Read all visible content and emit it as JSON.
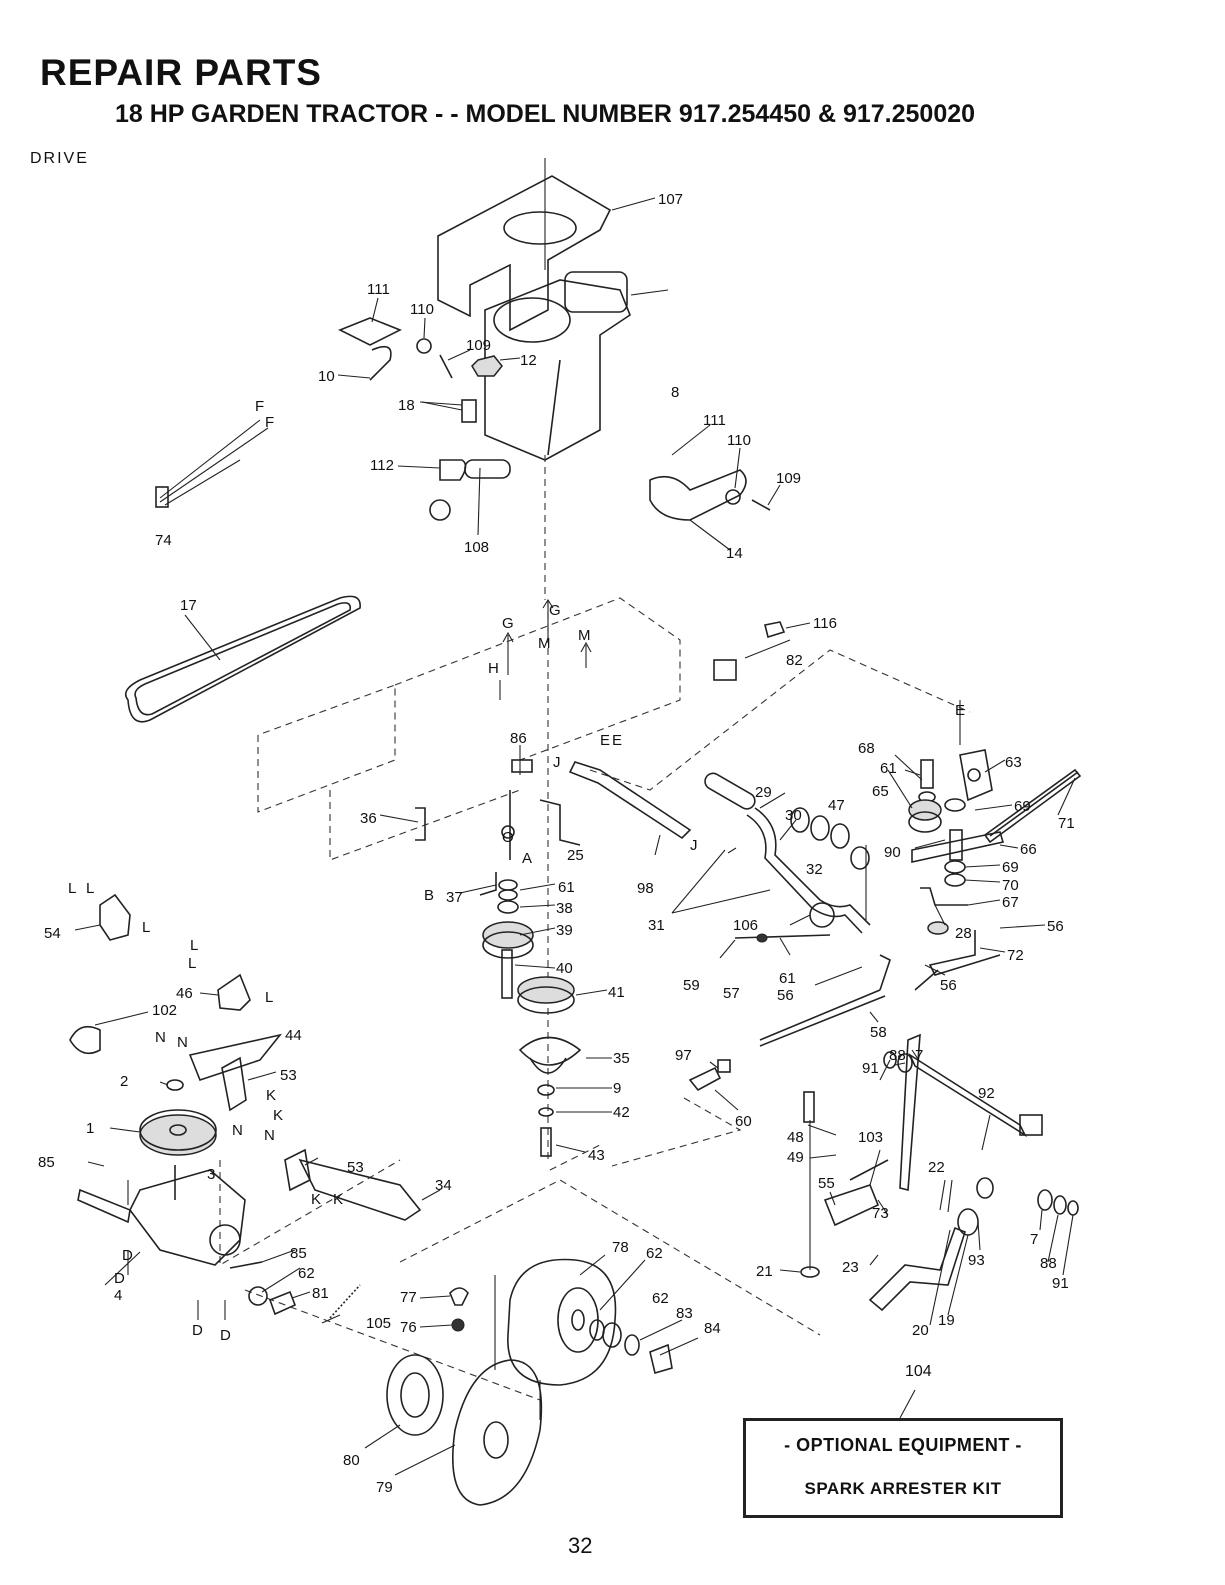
{
  "header": {
    "title": "REPAIR PARTS",
    "subtitle": "18 HP GARDEN TRACTOR - - MODEL NUMBER 917.254450 & 917.250020",
    "section": "DRIVE"
  },
  "callouts": {
    "c107": "107",
    "c111a": "111",
    "c110a": "110",
    "c109a": "109",
    "c12": "12",
    "c10": "10",
    "c18": "18",
    "c8": "8",
    "c111b": "111",
    "c110b": "110",
    "c109b": "109",
    "c112": "112",
    "c108": "108",
    "c14": "14",
    "c74": "74",
    "cF1": "F",
    "cF2": "F",
    "c17": "17",
    "cG1": "G",
    "cG2": "G",
    "cH": "H",
    "cM1": "M",
    "cM2": "M",
    "c116": "116",
    "c82": "82",
    "c86": "86",
    "cE1": "E",
    "cE2": "E",
    "cE3": "E",
    "cJ1": "J",
    "cJ2": "J",
    "c29": "29",
    "c30": "30",
    "c47": "47",
    "c32": "32",
    "c68": "68",
    "c61a": "61",
    "c63": "63",
    "c65": "65",
    "c69a": "69",
    "c71": "71",
    "c90": "90",
    "c66": "66",
    "c69b": "69",
    "c70": "70",
    "c67": "67",
    "c56a": "56",
    "c28": "28",
    "c72": "72",
    "c36": "36",
    "c25": "25",
    "cO": "O",
    "cA": "A",
    "cB": "B",
    "c37": "37",
    "c61b": "61",
    "c38": "38",
    "c39": "39",
    "c40": "40",
    "c41": "41",
    "c98": "98",
    "c31": "31",
    "c106": "106",
    "c59": "59",
    "c57": "57",
    "c61c": "61",
    "c56b": "56",
    "c56c": "56",
    "c58": "58",
    "cL1": "L",
    "cL2": "L",
    "cL3": "L",
    "cL4": "L",
    "cL5": "L",
    "cL6": "L",
    "c54": "54",
    "c46": "46",
    "c102": "102",
    "cN1": "N",
    "cN2": "N",
    "cN3": "N",
    "cN4": "N",
    "c44": "44",
    "c53a": "53",
    "cK1": "K",
    "cK2": "K",
    "c2": "2",
    "c1": "1",
    "c85a": "85",
    "c3": "3",
    "c53b": "53",
    "cK3": "K",
    "cK4": "K",
    "c34": "34",
    "c35": "35",
    "c9": "9",
    "c42": "42",
    "c43": "43",
    "c97": "97",
    "c60": "60",
    "c91a": "91",
    "c88a": "88",
    "c7a": "7",
    "c92": "92",
    "c48": "48",
    "c49": "49",
    "c103": "103",
    "c55": "55",
    "c73": "73",
    "c22": "22",
    "c23": "23",
    "c21": "21",
    "c93": "93",
    "c7b": "7",
    "c88b": "88",
    "c91b": "91",
    "c20": "20",
    "c19": "19",
    "cD1": "D",
    "cD2": "D",
    "cD3": "D",
    "cD4": "D",
    "c4": "4",
    "c85b": "85",
    "c62a": "62",
    "c81": "81",
    "c105": "105",
    "c77": "77",
    "c76": "76",
    "c78": "78",
    "c62b": "62",
    "c62c": "62",
    "c83": "83",
    "c84": "84",
    "c80": "80",
    "c79": "79"
  },
  "kit": {
    "number": "104",
    "line1": "- OPTIONAL EQUIPMENT -",
    "line2": "SPARK ARRESTER KIT"
  },
  "page_number": "32"
}
